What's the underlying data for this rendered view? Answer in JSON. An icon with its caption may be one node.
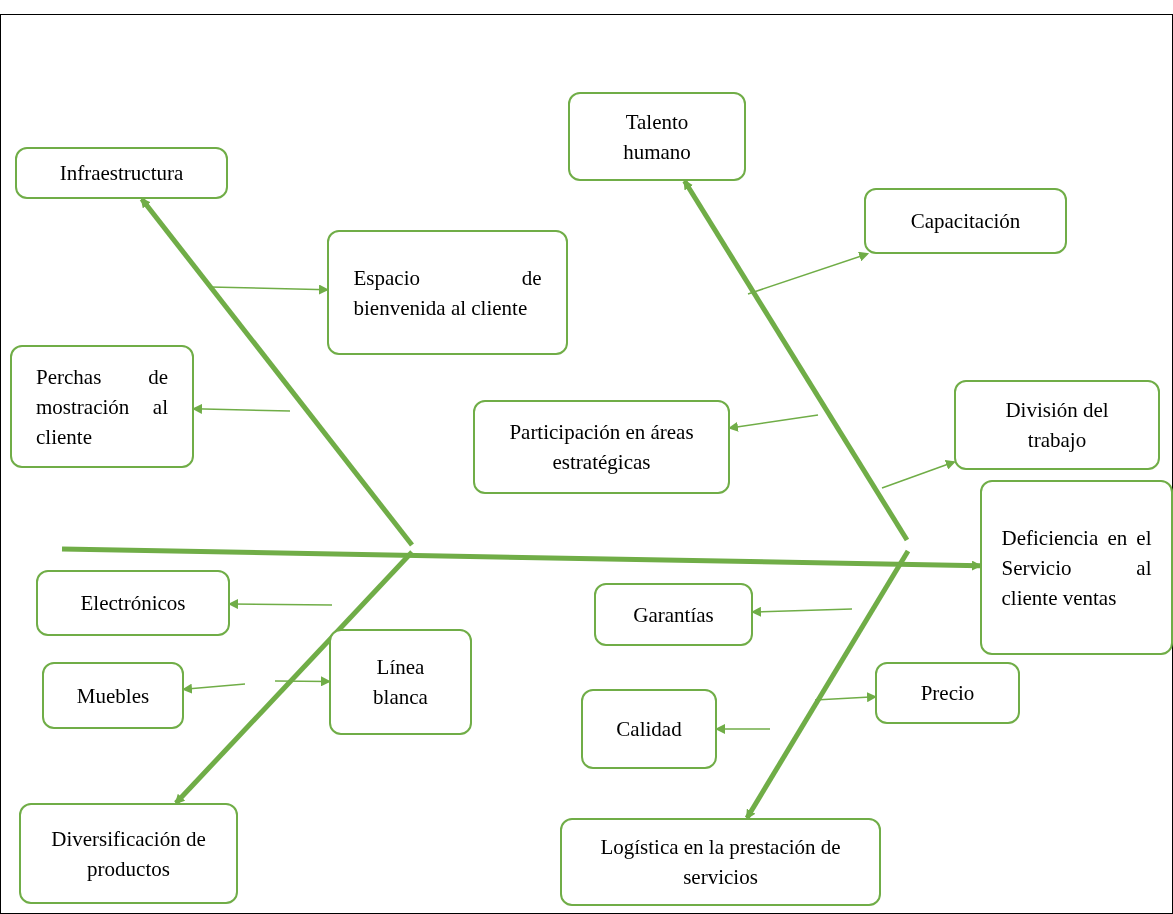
{
  "diagram": {
    "nodes": [
      {
        "text": [
          "Infraestructura"
        ]
      },
      {
        "text": [
          "Espacio de bienvenida al cliente"
        ]
      },
      {
        "text": [
          "Perchas de mostración al cliente"
        ]
      },
      {
        "text": [
          "Talento humano"
        ]
      },
      {
        "text": [
          "Capacitación"
        ]
      },
      {
        "text": [
          "Participación en áreas estratégicas"
        ]
      },
      {
        "text": [
          "División del trabajo"
        ]
      },
      {
        "text": [
          "Deficiencia en el Servicio al cliente ventas"
        ]
      },
      {
        "text": [
          "Electrónicos"
        ]
      },
      {
        "text": [
          "Muebles"
        ]
      },
      {
        "text": [
          "Línea blanca"
        ]
      },
      {
        "text": [
          "Garantías"
        ]
      },
      {
        "text": [
          "Precio"
        ]
      },
      {
        "text": [
          "Calidad"
        ]
      },
      {
        "text": [
          "Diversificación de productos"
        ]
      },
      {
        "text": [
          "Logística en la prestación de servicios"
        ]
      }
    ],
    "edges": [
      {
        "from": null,
        "to": 7,
        "arrow": "to",
        "style": "thick"
      },
      {
        "from": null,
        "to": 0,
        "arrow": "to",
        "style": "thick"
      },
      {
        "from": null,
        "to": 1,
        "arrow": "to"
      },
      {
        "from": null,
        "to": 2,
        "arrow": "to"
      },
      {
        "from": null,
        "to": 3,
        "arrow": "to",
        "style": "thick"
      },
      {
        "from": null,
        "to": 4,
        "arrow": "to"
      },
      {
        "from": null,
        "to": 5,
        "arrow": "to"
      },
      {
        "from": null,
        "to": 6,
        "arrow": "to"
      },
      {
        "from": null,
        "to": 14,
        "arrow": "to",
        "style": "thick"
      },
      {
        "from": null,
        "to": 8,
        "arrow": "to"
      },
      {
        "from": null,
        "to": 9,
        "arrow": "to"
      },
      {
        "from": null,
        "to": 10,
        "arrow": "to"
      },
      {
        "from": null,
        "to": 15,
        "arrow": "to",
        "style": "thick"
      },
      {
        "from": null,
        "to": 11,
        "arrow": "to"
      },
      {
        "from": null,
        "to": 12,
        "arrow": "to"
      },
      {
        "from": null,
        "to": 13,
        "arrow": "to"
      }
    ]
  }
}
